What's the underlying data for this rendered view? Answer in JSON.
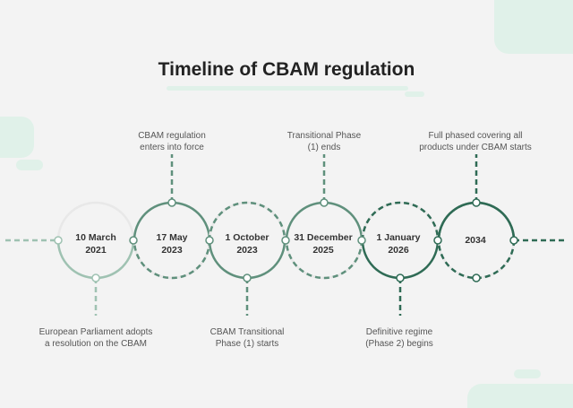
{
  "title": "Timeline of CBAM regulation",
  "colors": {
    "background": "#f3f3f3",
    "accent_light": "#e0f1e9",
    "green_pale": "#9fc2b2",
    "green_mid": "#5f907c",
    "green_dark": "#2f6b55",
    "ring_base": "#e8e8e8"
  },
  "milestones": [
    {
      "date_line1": "10 March",
      "date_line2": "2021",
      "label_line1": "European Parliament adopts",
      "label_line2": "a resolution on the CBAM"
    },
    {
      "date_line1": "17 May",
      "date_line2": "2023",
      "label_line1": "CBAM regulation",
      "label_line2": "enters into force"
    },
    {
      "date_line1": "1 October",
      "date_line2": "2023",
      "label_line1": "CBAM Transitional",
      "label_line2": "Phase (1) starts"
    },
    {
      "date_line1": "31 December",
      "date_line2": "2025",
      "label_line1": "Transitional Phase",
      "label_line2": "(1) ends"
    },
    {
      "date_line1": "1 January",
      "date_line2": "2026",
      "label_line1": "Definitive regime",
      "label_line2": "(Phase 2) begins"
    },
    {
      "date_line1": "2034",
      "date_line2": "",
      "label_line1": "Full phased covering all",
      "label_line2": "products under CBAM starts"
    }
  ]
}
